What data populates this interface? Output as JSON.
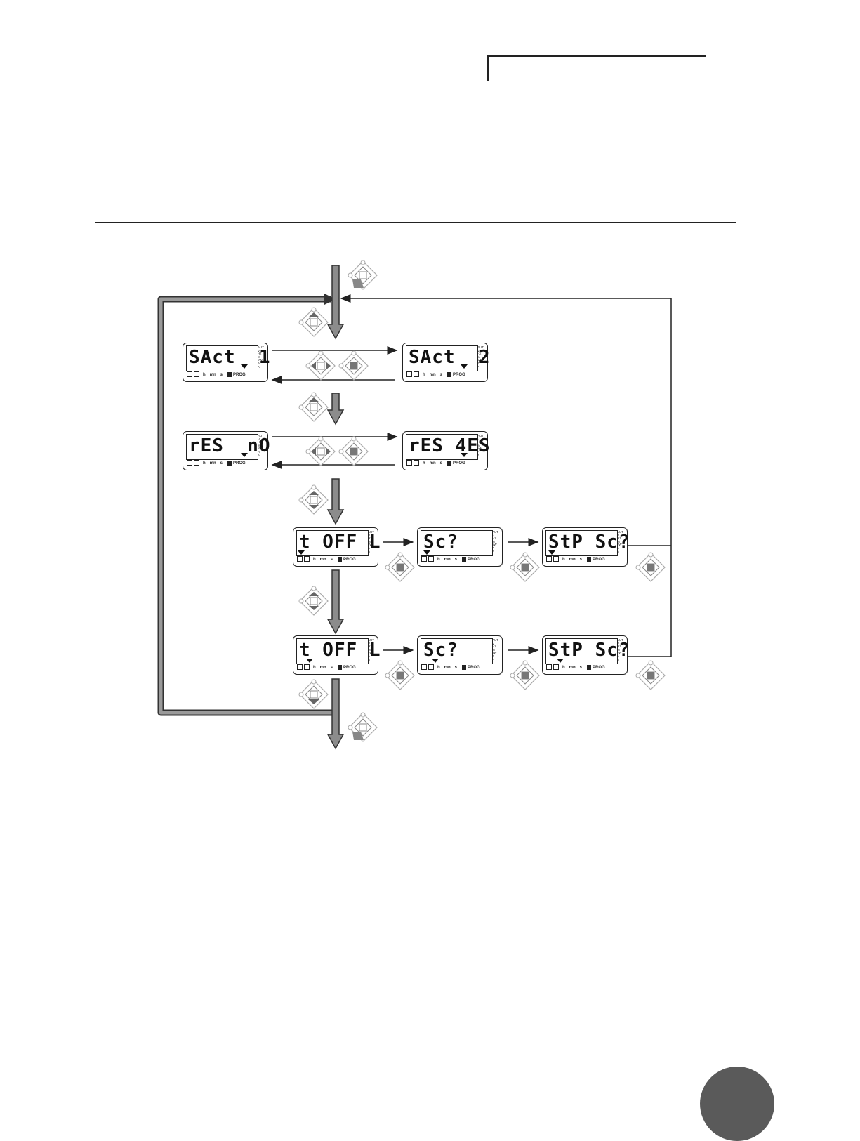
{
  "displays": [
    {
      "id": "sact-1",
      "text": "SAct  1"
    },
    {
      "id": "sact-2",
      "text": "SAct  2"
    },
    {
      "id": "res-no",
      "text": "rES  nO"
    },
    {
      "id": "res-yes",
      "text": "rES 4ES"
    },
    {
      "id": "t-off-1",
      "text": "t OFF L"
    },
    {
      "id": "sc-1",
      "text": "Sc?"
    },
    {
      "id": "stp-sc-1",
      "text": "StP Sc?"
    },
    {
      "id": "t-off-2",
      "text": "t OFF L"
    },
    {
      "id": "sc-2",
      "text": "Sc?"
    },
    {
      "id": "stp-sc-2",
      "text": "StP Sc?"
    }
  ],
  "lcd_units": [
    "AUT",
    "V",
    "Hz",
    "%",
    "kW",
    "A",
    "A"
  ],
  "lcd_bottom": {
    "h": "h",
    "mn": "mn",
    "s": "s",
    "prog": "PROG"
  },
  "colors": {
    "flow_arrow": "#8c8c8c",
    "flow_border": "#333333",
    "line": "#222222",
    "page_circle": "#5a5a5a",
    "footer_link": "#1a1aff"
  },
  "icons": [
    "keypad-icon",
    "keypad-up-icon",
    "keypad-down-icon",
    "keypad-updown-icon",
    "keypad-leftright-icon",
    "keypad-enter-icon",
    "keypad-esc-icon"
  ]
}
